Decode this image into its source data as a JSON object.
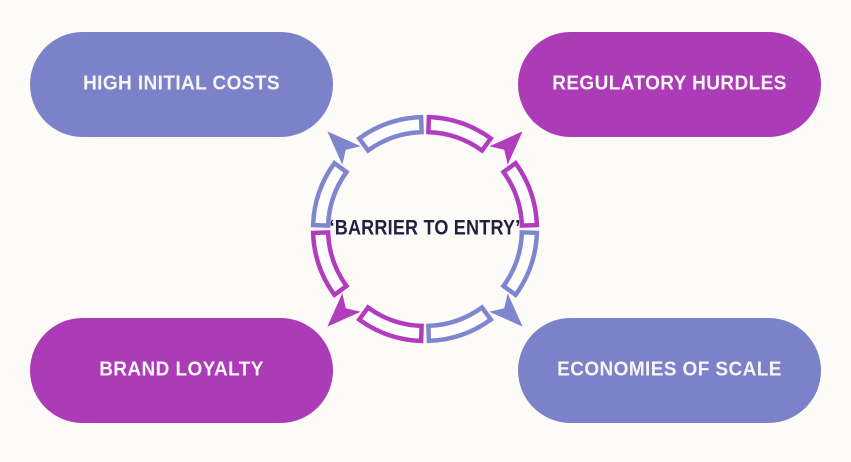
{
  "diagram": {
    "type": "cycle-with-four-nodes",
    "center": {
      "label": "‘BARRIER TO ENTRY’"
    },
    "boxes": [
      {
        "label": "HIGH INITIAL COSTS",
        "position": "top-left",
        "color": "#7c82c9"
      },
      {
        "label": "REGULATORY HURDLES",
        "position": "top-right",
        "color": "#ac3bb7"
      },
      {
        "label": "BRAND LOYALTY",
        "position": "bottom-left",
        "color": "#ac3bb7"
      },
      {
        "label": "ECONOMIES OF SCALE",
        "position": "bottom-right",
        "color": "#7c82c9"
      }
    ],
    "arrows": [
      {
        "direction": "northwest",
        "target": "HIGH INITIAL COSTS"
      },
      {
        "direction": "northeast",
        "target": "REGULATORY HURDLES"
      },
      {
        "direction": "southwest",
        "target": "BRAND LOYALTY"
      },
      {
        "direction": "southeast",
        "target": "ECONOMIES OF SCALE"
      }
    ]
  },
  "colors": {
    "background": "#fcfbf8",
    "periwinkle": "#7c82c9",
    "magenta": "#ac3bb7",
    "arc_periwinkle": "#7f86cf",
    "arc_magenta": "#b23cbe",
    "box_text": "#f8f5f3",
    "title_text": "#221f3f"
  }
}
